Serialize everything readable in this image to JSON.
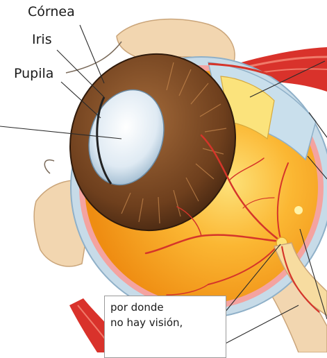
{
  "labels": {
    "cornea": "Córnea",
    "iris": "Iris",
    "pupila": "Pupila"
  },
  "note": {
    "line1": "por donde",
    "line2": "no hay visión,"
  },
  "colors": {
    "retina": "#f7a21b",
    "vitreous_inner": "#fbd15a",
    "iris": "#7a4a25",
    "lens": "#dbe9f3",
    "sclera": "#c7dbe8",
    "blood_vessel": "#d5352a",
    "muscle": "#d9322b",
    "skin_tissue": "#f2d6b0",
    "leader_line": "#2a2a2a"
  }
}
